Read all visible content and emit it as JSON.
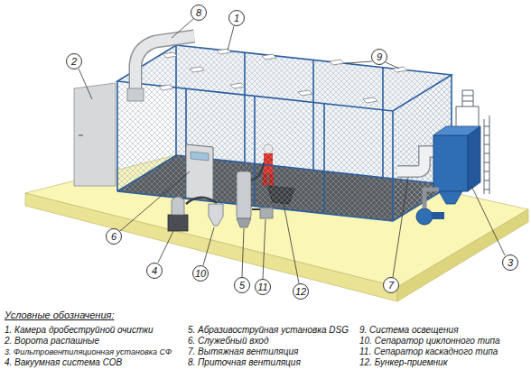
{
  "diagram": {
    "labels": [
      "8",
      "1",
      "2",
      "9",
      "6",
      "4",
      "10",
      "5",
      "11",
      "12",
      "7",
      "3",
      "Условные обозначения:",
      "1. Камера дробеструйной очистки",
      "2. Ворота распашные",
      "3. Фильтровентиляционная установка СФ",
      "4. Вакуумная система СОВ",
      "5. Абразивоструйная установка DSG",
      "6. Служебный вход",
      "7. Вытяжная вентиляция",
      "8. Приточная вентиляция",
      "9. Система освещения",
      "10. Сепаратор циклонного типа",
      "11. Сепаратор каскадного типа",
      "12. Бункер-приемник"
    ]
  }
}
